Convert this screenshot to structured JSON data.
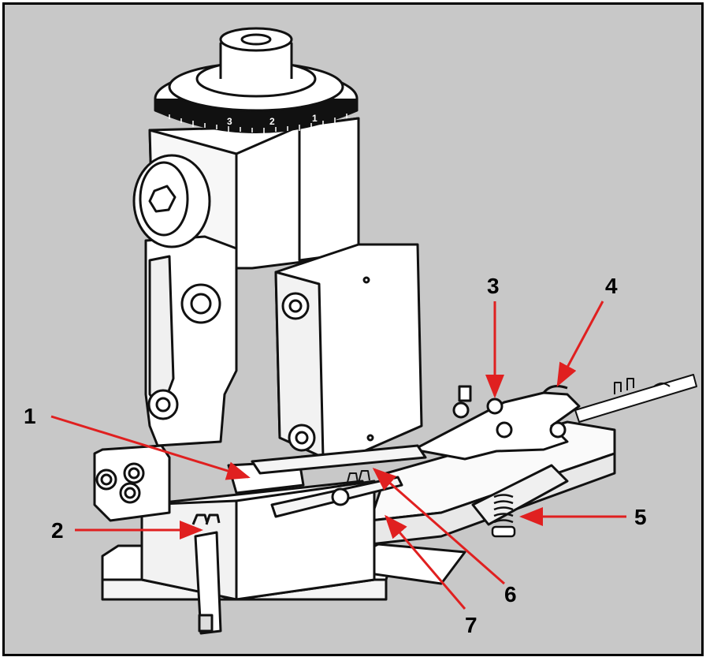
{
  "figure": {
    "callouts": [
      {
        "id": "1",
        "label": "1"
      },
      {
        "id": "2",
        "label": "2"
      },
      {
        "id": "3",
        "label": "3"
      },
      {
        "id": "4",
        "label": "4"
      },
      {
        "id": "5",
        "label": "5"
      },
      {
        "id": "6",
        "label": "6"
      },
      {
        "id": "7",
        "label": "7"
      }
    ],
    "dial_digits": [
      "3",
      "2",
      "1"
    ],
    "colors": {
      "background": "#c8c8c8",
      "border": "#000000",
      "arrow": "#e02020",
      "machine_fill": "#ffffff",
      "machine_stroke": "#111111"
    }
  }
}
